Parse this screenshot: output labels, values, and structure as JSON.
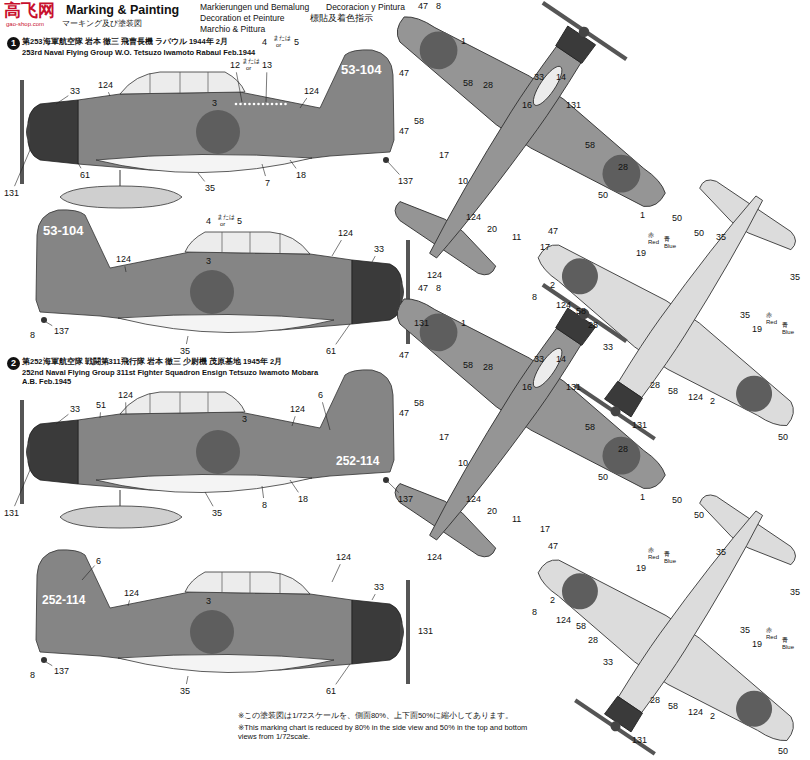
{
  "diagram": {
    "title": "Marking & Painting",
    "nodes": [
      {
        "text": [
          "1"
        ]
      },
      {
        "text": [
          "2"
        ]
      }
    ],
    "labels": [
      "高飞网",
      "gao-shop.com",
      "マーキング及び塗装図",
      "Markierungen und Bemalung",
      "Decoracion y Pintura",
      "Decoration et Peinture",
      "標貼及着色指示",
      "Marchio & Pittura",
      "第253海軍航空隊 岩本 徹三 飛曹長機 ラバウル 1944年 2月",
      "253rd Naval Flying Group W.O. Tetsuzo Iwamoto Rabaul Feb.1944",
      "131",
      "33",
      "124",
      "4",
      "または",
      "or",
      "5",
      "12",
      "または",
      "or",
      "13",
      "3",
      "124",
      "53-104",
      "61",
      "35",
      "7",
      "18",
      "137",
      "4",
      "または",
      "or",
      "5",
      "53-104",
      "124",
      "124",
      "33",
      "3",
      "131",
      "8",
      "137",
      "35",
      "61",
      "第252海軍航空隊 戦闘第311飛行隊 岩本 徹三 少尉機 茂原基地 1945年 2月",
      "252nd Naval Flying Group 311st Fighter Squadron Ensign Tetsuzo Iwamoto Mobara A.B. Feb.1945",
      "131",
      "33",
      "51",
      "124",
      "3",
      "6",
      "124",
      "252-114",
      "35",
      "8",
      "18",
      "137",
      "6",
      "252-114",
      "124",
      "124",
      "3",
      "33",
      "131",
      "8",
      "137",
      "35",
      "61",
      "47",
      "8",
      "1",
      "58",
      "28",
      "33",
      "14",
      "131",
      "16",
      "47",
      "47",
      "58",
      "17",
      "10",
      "124",
      "58",
      "28",
      "50",
      "1",
      "50",
      "50",
      "20",
      "11",
      "17",
      "124",
      "47",
      "19",
      "赤 Red",
      "青 Blue",
      "35",
      "35",
      "8",
      "2",
      "124",
      "58",
      "28",
      "35",
      "19",
      "赤 Red",
      "青 Blue",
      "33",
      "131",
      "28",
      "58",
      "124",
      "2",
      "50",
      "47",
      "8",
      "1",
      "58",
      "28",
      "33",
      "14",
      "131",
      "16",
      "47",
      "47",
      "58",
      "17",
      "10",
      "124",
      "58",
      "28",
      "50",
      "1",
      "50",
      "50",
      "20",
      "11",
      "17",
      "124",
      "47",
      "19",
      "赤 Red",
      "青 Blue",
      "35",
      "35",
      "8",
      "2",
      "124",
      "58",
      "28",
      "35",
      "19",
      "赤 Red",
      "青 Blue",
      "33",
      "131",
      "28",
      "58",
      "124",
      "2",
      "50",
      "※この塗装図は1/72スケールを、側面80%、上下面50%に縮小してあります。",
      "※This marking chart is reduced by 80% in the side view and 50% in the top and bottom views from 1/72scale."
    ]
  }
}
